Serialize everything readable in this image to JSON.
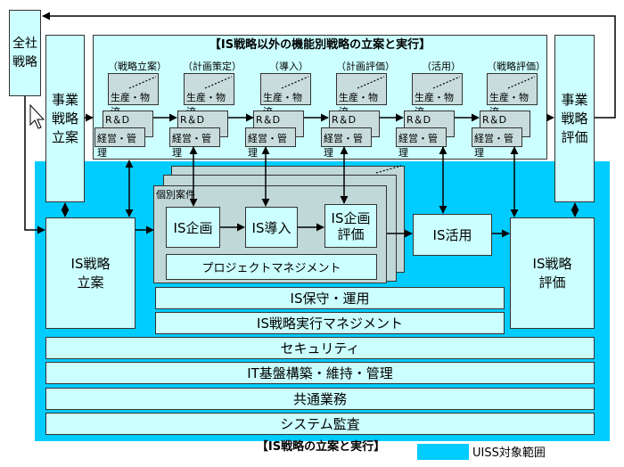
{
  "top_title": "【IS戦略以外の機能別戦略の立案と実行】",
  "bottom_title": "【IS戦略の立案と実行】",
  "corp_strategy": "全社\n戦略",
  "biz_plan": "事業\n戦略\n立案",
  "biz_eval": "事業\n戦略\n評価",
  "phases": [
    "（戦略立案）",
    "（計画策定）",
    "（導入）",
    "（計画評価）",
    "（活用）",
    "（戦略評価）"
  ],
  "stack_labels": {
    "production": "生産・物流",
    "rd": "R＆D",
    "mgmt": "経営・管理"
  },
  "is_plan": "IS戦略\n立案",
  "is_eval": "IS戦略\n評価",
  "project_label": "個別案件",
  "is_kikaku": "IS企画",
  "is_donyu": "IS導入",
  "is_kikaku_hyoka": "IS企画\n評価",
  "project_mgmt": "プロジェクトマネジメント",
  "is_katsuyo": "IS活用",
  "bands": {
    "hoshu": "IS保守・運用",
    "jikko": "IS戦略実行マネジメント",
    "security": "セキュリティ",
    "it_kiban": "IT基盤構築・維持・管理",
    "kyotsu": "共通業務",
    "kansa": "システム監査"
  },
  "legend_label": "UISS対象範囲",
  "colors": {
    "uiss": "#00ccff",
    "light": "#ccffff",
    "gray": "#c0d8d8"
  }
}
